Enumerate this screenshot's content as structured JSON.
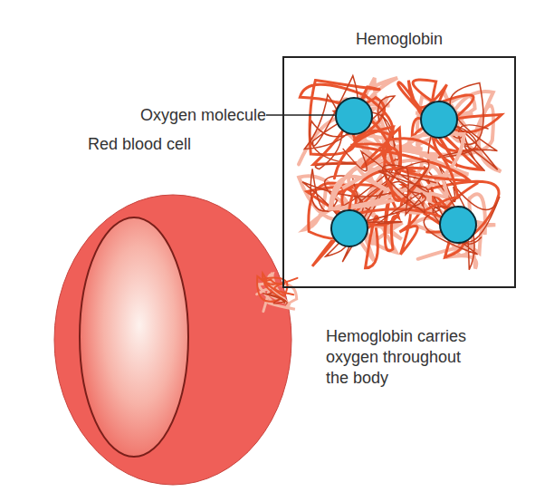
{
  "diagram": {
    "nodes": [
      {
        "text": [
          "Hemoglobin"
        ]
      }
    ],
    "labels": [
      "Oxygen molecule",
      "Red blood cell",
      "Hemoglobin carries oxygen throughout the body"
    ]
  }
}
